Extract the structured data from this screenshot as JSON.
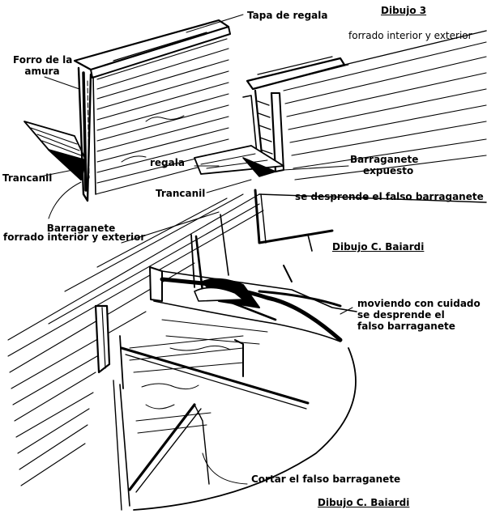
{
  "labels": {
    "dibujo3": "Dibujo 3",
    "forrado_top": "forrado interior y exterior",
    "tapa": "Tapa de regala",
    "forro_line1": "Forro de la",
    "forro_line2": "amura",
    "regala": "regala",
    "barraganete_expuesto_1": "Barraganete",
    "barraganete_expuesto_2": "expuesto",
    "trancanil_left": "Trancanil",
    "trancanil_mid": "Trancanil",
    "se_desprende": "se desprende el falso barraganete",
    "barraganete_bottom_1": "Barraganete",
    "barraganete_bottom_2": "forrado interior y exterior",
    "dibujo_baiardi_1": "Dibujo C. Baiardi",
    "moviendo_1": "moviendo con cuidado",
    "moviendo_2": "se desprende el",
    "moviendo_3": "falso barraganete",
    "cortar": "Cortar el  falso barraganete",
    "dibujo_baiardi_2": "Dibujo C. Baiardi"
  }
}
